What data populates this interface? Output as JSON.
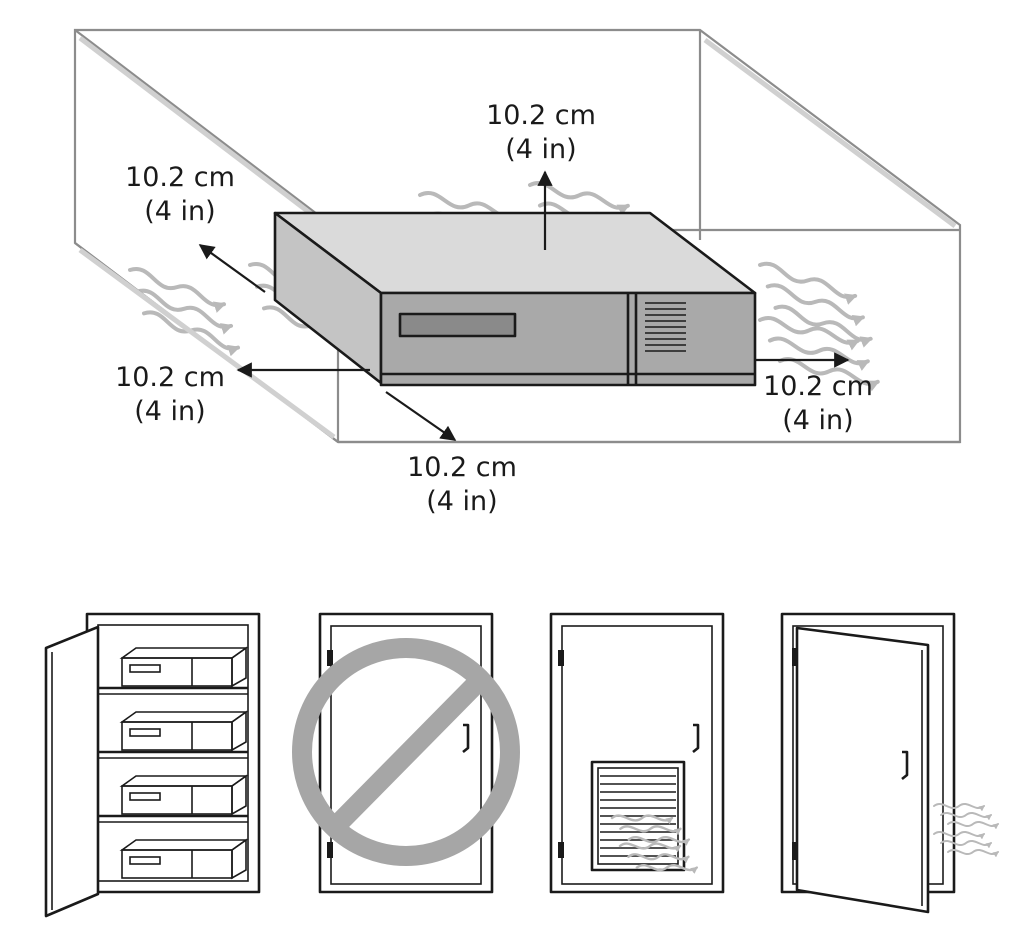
{
  "clearance": {
    "top": {
      "metric": "10.2 cm",
      "imperial": "(4 in)"
    },
    "rear": {
      "metric": "10.2 cm",
      "imperial": "(4 in)"
    },
    "left": {
      "metric": "10.2 cm",
      "imperial": "(4 in)"
    },
    "front": {
      "metric": "10.2 cm",
      "imperial": "(4 in)"
    },
    "right": {
      "metric": "10.2 cm",
      "imperial": "(4 in)"
    }
  },
  "colors": {
    "ink": "#1a1a1a",
    "device_top": "#dadada",
    "device_front": "#a9a9a9",
    "device_side": "#c4c4c4",
    "airflow": "#b9b9b9",
    "prohibited": "#a6a6a6"
  },
  "icons": [
    "airflow-waves-icon",
    "arrow-icon",
    "prohibited-icon",
    "vent-grille-icon",
    "door-handle-icon",
    "hinge-icon"
  ]
}
